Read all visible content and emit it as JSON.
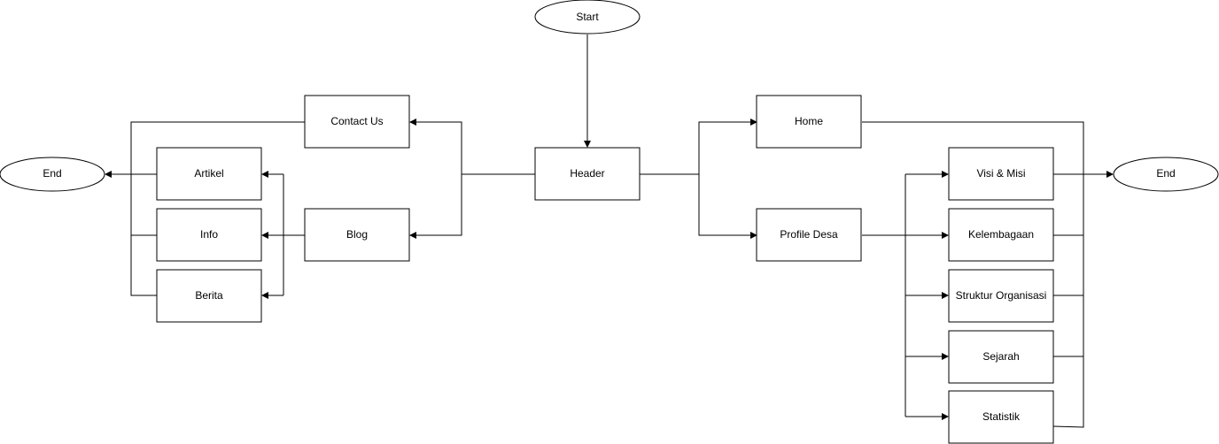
{
  "diagram": {
    "type": "flowchart",
    "nodes": {
      "start": "Start",
      "header": "Header",
      "contact_us": "Contact Us",
      "blog": "Blog",
      "artikel": "Artikel",
      "info": "Info",
      "berita": "Berita",
      "end_left": "End",
      "home": "Home",
      "profile_desa": "Profile Desa",
      "visi_misi": "Visi & Misi",
      "kelembagaan": "Kelembagaan",
      "struktur_organisasi": "Struktur Organisasi",
      "sejarah": "Sejarah",
      "statistik": "Statistik",
      "end_right": "End"
    },
    "edges": [
      [
        "start",
        "header"
      ],
      [
        "header",
        "contact_us"
      ],
      [
        "header",
        "blog"
      ],
      [
        "header",
        "home"
      ],
      [
        "header",
        "profile_desa"
      ],
      [
        "blog",
        "artikel"
      ],
      [
        "blog",
        "info"
      ],
      [
        "blog",
        "berita"
      ],
      [
        "contact_us",
        "end_left"
      ],
      [
        "artikel",
        "end_left"
      ],
      [
        "info",
        "end_left"
      ],
      [
        "berita",
        "end_left"
      ],
      [
        "profile_desa",
        "visi_misi"
      ],
      [
        "profile_desa",
        "kelembagaan"
      ],
      [
        "profile_desa",
        "struktur_organisasi"
      ],
      [
        "profile_desa",
        "sejarah"
      ],
      [
        "profile_desa",
        "statistik"
      ],
      [
        "home",
        "end_right"
      ],
      [
        "visi_misi",
        "end_right"
      ],
      [
        "kelembagaan",
        "end_right"
      ],
      [
        "struktur_organisasi",
        "end_right"
      ],
      [
        "sejarah",
        "end_right"
      ],
      [
        "statistik",
        "end_right"
      ]
    ]
  }
}
